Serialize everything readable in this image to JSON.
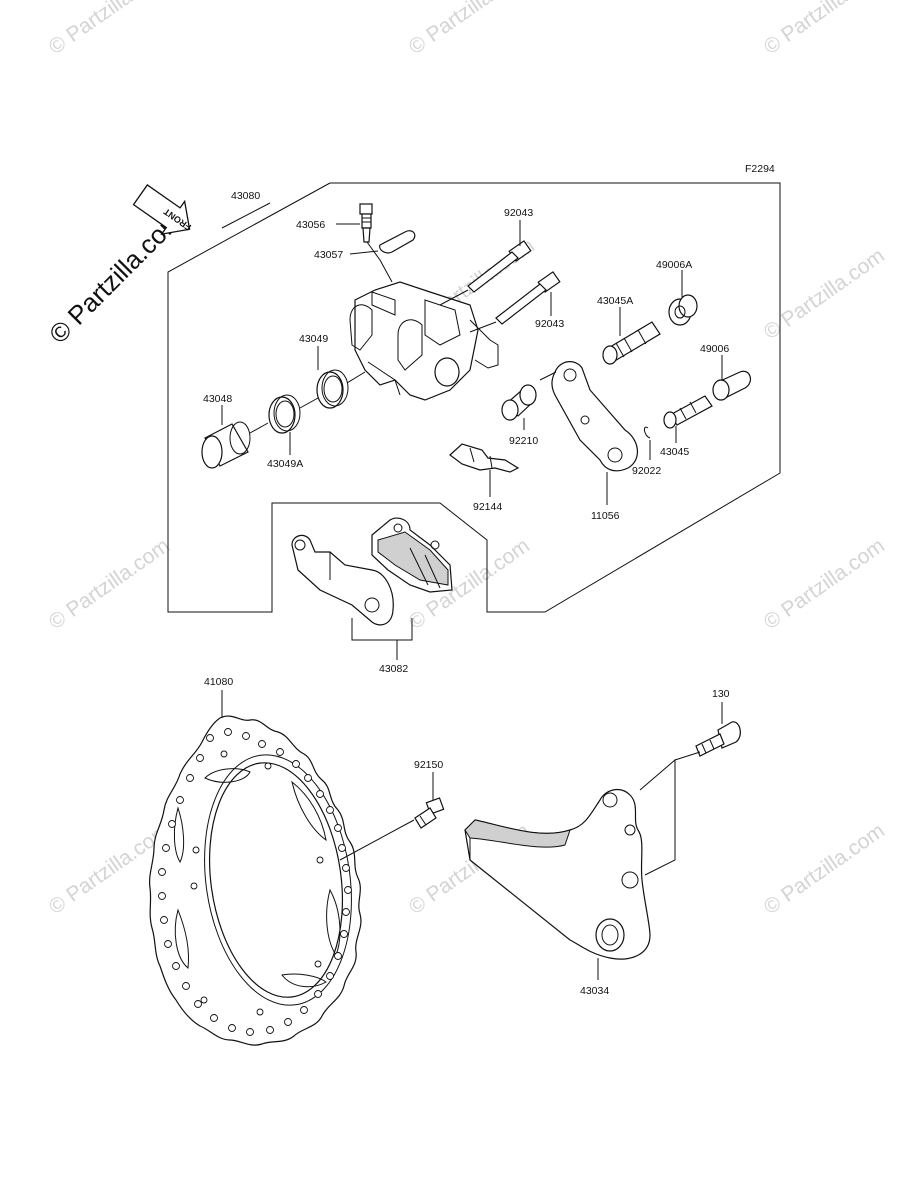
{
  "diagram_code": "F2294",
  "watermark_text": "© Partzilla.com",
  "front_arrow_label": "FRONT",
  "part_labels": {
    "p43080": "43080",
    "p43056": "43056",
    "p43057": "43057",
    "p92043a": "92043",
    "p92043b": "92043",
    "p49006A": "49006A",
    "p43045A": "43045A",
    "p49006": "49006",
    "p43049": "43049",
    "p43048": "43048",
    "p43049A": "43049A",
    "p92210": "92210",
    "p43045": "43045",
    "p92022": "92022",
    "p92144": "92144",
    "p11056": "11056",
    "p43082": "43082",
    "p41080": "41080",
    "p130": "130",
    "p92150": "92150",
    "p43034": "43034"
  }
}
